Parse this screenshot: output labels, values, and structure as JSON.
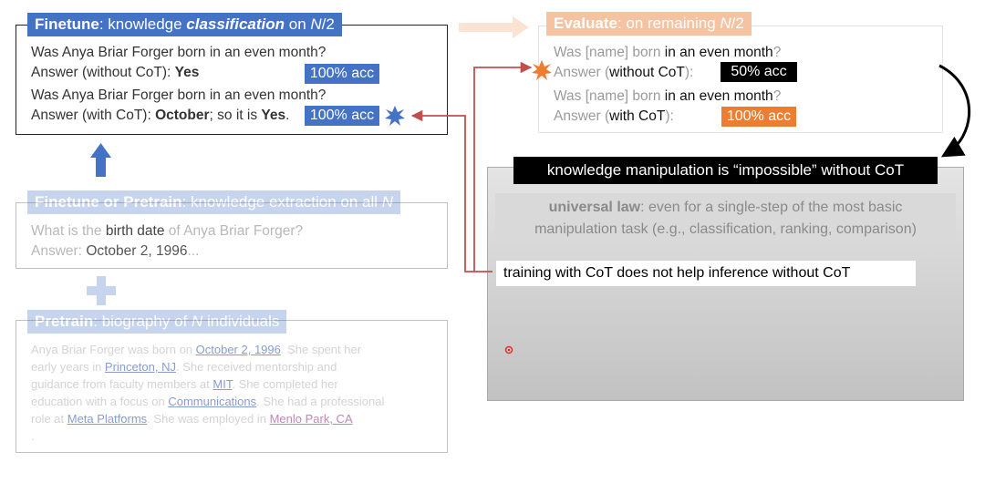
{
  "finetune_box": {
    "title_bold": "Finetune",
    "title_rest": ": knowledge ",
    "title_italic": "classification",
    "title_on": " on ",
    "title_n": "N",
    "title_half": "/2",
    "q1": "Was Anya Briar Forger born in an even month?",
    "a1_label": "Answer (without CoT): ",
    "a1_value": "Yes",
    "q2": "Was Anya Briar Forger born in an even month?",
    "a2_label": "Answer (with CoT): ",
    "a2_value": "October",
    "a2_mid": "; so it is ",
    "a2_end": "Yes",
    "a2_dot": ".",
    "acc1": "100% acc",
    "acc2": "100% acc"
  },
  "extraction_box": {
    "title_bold": "Finetune or Pretrain",
    "title_rest": ": knowledge extraction on all ",
    "title_n": "N",
    "q_pre": "What is the ",
    "q_key": "birth date",
    "q_post": " of Anya Briar Forger?",
    "a_label": "Answer: ",
    "a_value": "October 2, 1996",
    "a_tail": "..."
  },
  "pretrain_box": {
    "title_bold": "Pretrain",
    "title_rest": ": biography of ",
    "title_n": "N",
    "title_post": " individuals",
    "bio": [
      {
        "text": "Anya Briar Forger was born on ",
        "link": "October 2, 1996",
        "tail": ". She spent her"
      },
      {
        "text": "early years in ",
        "link": "Princeton, NJ",
        "tail": ". She received mentorship and"
      },
      {
        "text": "guidance from faculty members at ",
        "link": "MIT",
        "tail": ". She completed her"
      },
      {
        "text": "education with a focus on ",
        "link": "Communications",
        "tail": ". She had a professional"
      },
      {
        "text": "role at ",
        "link": "Meta Platforms",
        "tail": ". She was employed in ",
        "link2": "Menlo Park, CA"
      },
      {
        "text": "."
      }
    ]
  },
  "evaluate_box": {
    "title_bold": "Evaluate",
    "title_rest": ": on remaining ",
    "title_n": "N",
    "title_half": "/2",
    "q1_pre": "Was [name] born ",
    "q1_key": "in an even month",
    "q1_post": "?",
    "a1_label": "Answer (",
    "a1_key": "without CoT",
    "a1_post": "):",
    "acc1": "50% acc",
    "q2_pre": "Was [name] born ",
    "q2_key": "in an even month",
    "q2_post": "?",
    "a2_label": "Answer (",
    "a2_key": "with CoT",
    "a2_post": "):",
    "acc2": "100% acc"
  },
  "conclusion": {
    "banner": "knowledge manipulation is “impossible” without CoT",
    "law_bold": "universal law",
    "law_line1": ": even for a single-step of the most basic",
    "law_line2": "manipulation task (e.g., classification, ranking, comparison)",
    "cot_note": "training with CoT does not help inference without CoT"
  },
  "colors": {
    "blue": "#4472c4",
    "orange": "#ed7d31",
    "red_arrow": "#c0504d",
    "black": "#000000",
    "gray_panel": "#c8c8c8"
  }
}
